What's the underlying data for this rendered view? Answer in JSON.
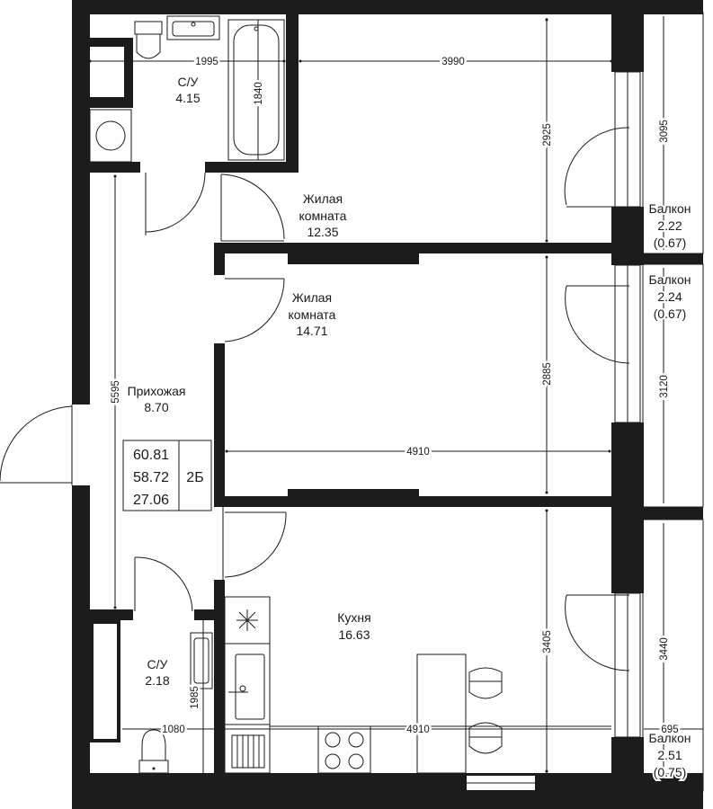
{
  "rooms": {
    "bathroom_top": {
      "name": "С/У",
      "area": "4.15"
    },
    "bedroom_1": {
      "name_line1": "Жилая",
      "name_line2": "комната",
      "area": "12.35"
    },
    "bedroom_2": {
      "name_line1": "Жилая",
      "name_line2": "комната",
      "area": "14.71"
    },
    "hallway": {
      "name": "Прихожая",
      "area": "8.70"
    },
    "bathroom_bottom": {
      "name": "С/У",
      "area": "2.18"
    },
    "kitchen": {
      "name": "Кухня",
      "area": "16.63"
    },
    "balcony_1": {
      "name": "Балкон",
      "area": "2.22",
      "area_reduced": "(0.67)"
    },
    "balcony_2": {
      "name": "Балкон",
      "area": "2.24",
      "area_reduced": "(0.67)"
    },
    "balcony_3": {
      "name": "Балкон",
      "area": "2.51",
      "area_reduced": "(0.75)"
    }
  },
  "summary": {
    "total_area": "60.81",
    "living_area_total": "58.72",
    "living_area": "27.06",
    "apartment_type": "2Б"
  },
  "dimensions": {
    "d1995": "1995",
    "d3990": "3990",
    "d1840": "1840",
    "d2925": "2925",
    "d3095": "3095",
    "d5595": "5595",
    "d2885": "2885",
    "d3120": "3120",
    "d4910_mid": "4910",
    "d3405": "3405",
    "d3440": "3440",
    "d1080": "1080",
    "d1985": "1985",
    "d4910_bottom": "4910",
    "d695": "695"
  }
}
